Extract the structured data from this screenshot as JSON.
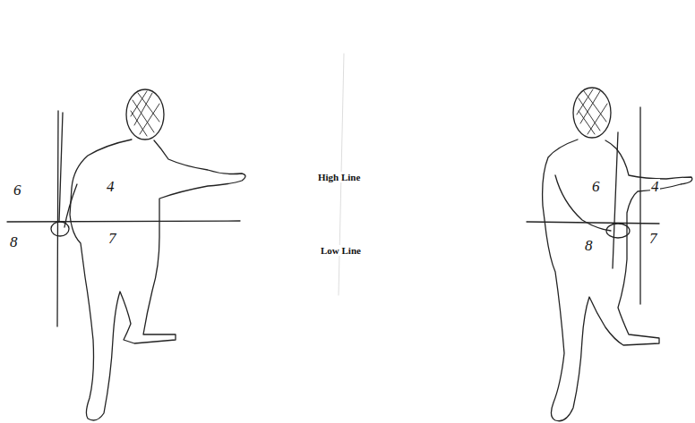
{
  "diagram": {
    "labels": [
      "6",
      "4",
      "8",
      "7",
      "High Line",
      "Low Line",
      "6",
      "4",
      "8",
      "7"
    ]
  }
}
